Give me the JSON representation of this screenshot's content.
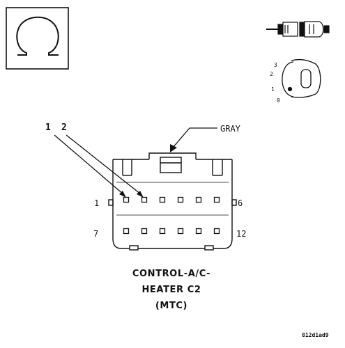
{
  "symbol": {
    "icon": "ohm-icon"
  },
  "key_positions": [
    "3",
    "2",
    "1",
    "0"
  ],
  "callouts": [
    "1",
    "2"
  ],
  "wire_color": "GRAY",
  "pin_labels": {
    "top_left": "1",
    "top_right": "6",
    "bottom_left": "7",
    "bottom_right": "12"
  },
  "connector": {
    "title_line1": "CONTROL-A/C-",
    "title_line2": "HEATER C2",
    "title_line3": "(MTC)",
    "pin_rows": 2,
    "pins_per_row": 6
  },
  "figure_code": "812d1ad9"
}
